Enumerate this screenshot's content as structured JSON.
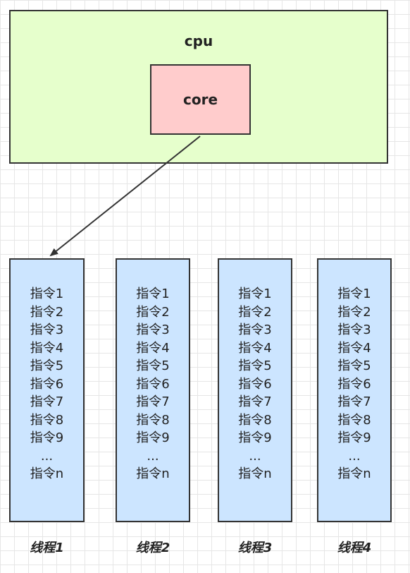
{
  "cpu": {
    "label": "cpu"
  },
  "core": {
    "label": "core"
  },
  "threads": [
    {
      "label": "线程1",
      "instructions": [
        "指令1",
        "指令2",
        "指令3",
        "指令4",
        "指令5",
        "指令6",
        "指令7",
        "指令8",
        "指令9",
        "...",
        "指令n"
      ]
    },
    {
      "label": "线程2",
      "instructions": [
        "指令1",
        "指令2",
        "指令3",
        "指令4",
        "指令5",
        "指令6",
        "指令7",
        "指令8",
        "指令9",
        "...",
        "指令n"
      ]
    },
    {
      "label": "线程3",
      "instructions": [
        "指令1",
        "指令2",
        "指令3",
        "指令4",
        "指令5",
        "指令6",
        "指令7",
        "指令8",
        "指令9",
        "...",
        "指令n"
      ]
    },
    {
      "label": "线程4",
      "instructions": [
        "指令1",
        "指令2",
        "指令3",
        "指令4",
        "指令5",
        "指令6",
        "指令7",
        "指令8",
        "指令9",
        "...",
        "指令n"
      ]
    }
  ],
  "colors": {
    "cpu_fill": "#e6ffcc",
    "core_fill": "#ffcccc",
    "thread_fill": "#cce5ff",
    "stroke": "#333333"
  }
}
